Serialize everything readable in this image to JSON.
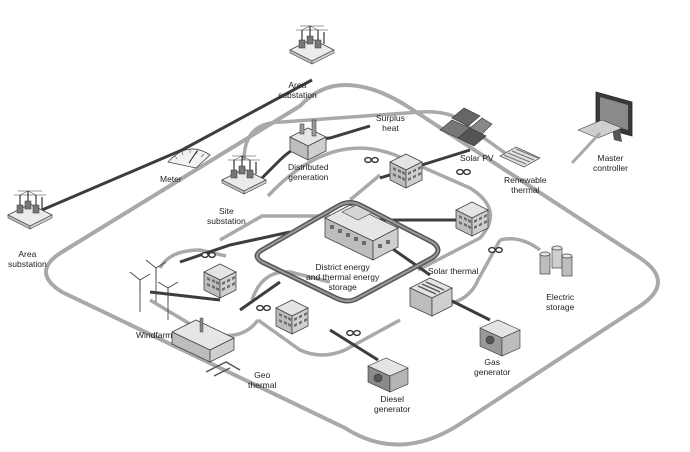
{
  "labels": {
    "area_substation_top": [
      "Area",
      "substation"
    ],
    "area_substation_left": [
      "Area",
      "substation"
    ],
    "meter": "Meter",
    "site_substation": [
      "Site",
      "substation"
    ],
    "distributed_generation": [
      "Distributed",
      "generation"
    ],
    "surplus_heat": [
      "Surplus",
      "heat"
    ],
    "solar_pv": "Solar PV",
    "renewable_thermal": [
      "Renewable",
      "thermal"
    ],
    "master_controller": [
      "Master",
      "controller"
    ],
    "district_storage": [
      "District energy",
      "and thermal energy",
      "storage"
    ],
    "solar_thermal": "Solar thermal",
    "electric_storage": [
      "Electric",
      "storage"
    ],
    "windfarm": "Windfarm",
    "geo_thermal": [
      "Geo",
      "thermal"
    ],
    "gas_generator": [
      "Gas",
      "generator"
    ],
    "diesel_generator": [
      "Diesel",
      "generator"
    ]
  },
  "colors": {
    "loop": "#a9a9a9",
    "cable": "#3d3d3d",
    "building_top": "#e4e4e4",
    "building_left": "#bdbdbd",
    "building_right": "#cfcfcf",
    "window": "#6a6a6a"
  }
}
